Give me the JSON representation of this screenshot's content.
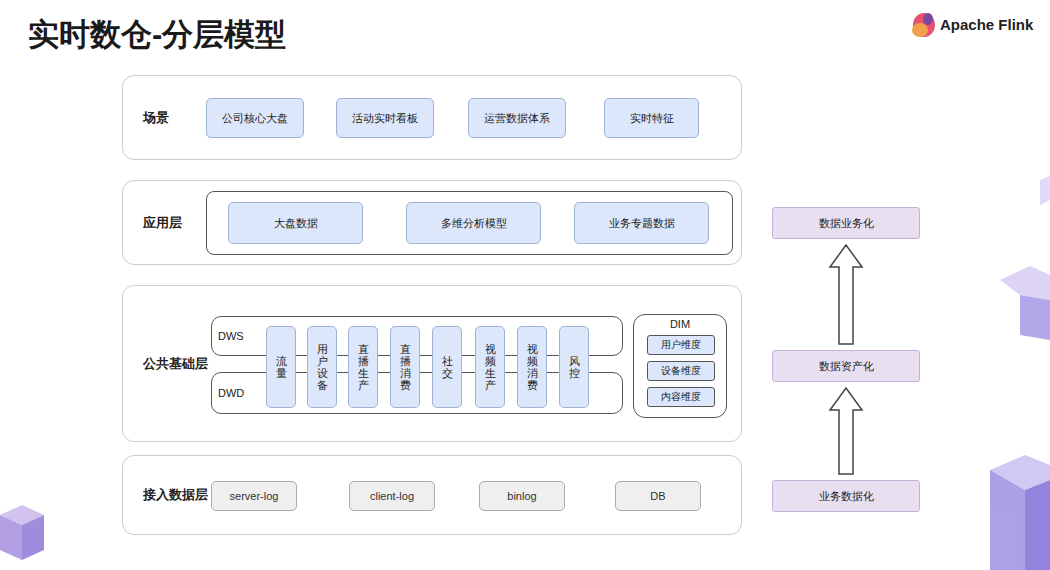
{
  "diagram": {
    "title": "实时数仓-分层模型",
    "nodes": [
      {
        "text": [
          "场景"
        ]
      },
      {
        "text": [
          "公司核心大盘"
        ],
        "in": 0
      },
      {
        "text": [
          "活动实时看板"
        ],
        "in": 0
      },
      {
        "text": [
          "运营数据体系"
        ],
        "in": 0
      },
      {
        "text": [
          "实时特征"
        ],
        "in": 0
      },
      {
        "text": [
          "应用层"
        ]
      },
      {
        "text": [
          "大盘数据"
        ],
        "in": 5
      },
      {
        "text": [
          "多维分析模型"
        ],
        "in": 5
      },
      {
        "text": [
          "业务专题数据"
        ],
        "in": 5
      },
      {
        "text": [
          "公共基础层"
        ]
      },
      {
        "text": [
          "DWS"
        ],
        "in": 9
      },
      {
        "text": [
          "DWD"
        ],
        "in": 9
      },
      {
        "text": [
          "流量"
        ],
        "in": 9
      },
      {
        "text": [
          "用户设备"
        ],
        "in": 9
      },
      {
        "text": [
          "直播生产"
        ],
        "in": 9
      },
      {
        "text": [
          "直播消费"
        ],
        "in": 9
      },
      {
        "text": [
          "社交"
        ],
        "in": 9
      },
      {
        "text": [
          "视频生产"
        ],
        "in": 9
      },
      {
        "text": [
          "视频消费"
        ],
        "in": 9
      },
      {
        "text": [
          "风控"
        ],
        "in": 9
      },
      {
        "text": [
          "DIM"
        ],
        "in": 9
      },
      {
        "text": [
          "用户维度"
        ],
        "in": 20
      },
      {
        "text": [
          "设备维度"
        ],
        "in": 20
      },
      {
        "text": [
          "内容维度"
        ],
        "in": 20
      },
      {
        "text": [
          "接入数据层"
        ]
      },
      {
        "text": [
          "server-log"
        ],
        "in": 24
      },
      {
        "text": [
          "client-log"
        ],
        "in": 24
      },
      {
        "text": [
          "binlog"
        ],
        "in": 24
      },
      {
        "text": [
          "DB"
        ],
        "in": 24
      },
      {
        "text": [
          "数据业务化"
        ]
      },
      {
        "text": [
          "数据资产化"
        ]
      },
      {
        "text": [
          "业务数据化"
        ]
      }
    ],
    "edges": [
      {
        "from": 31,
        "to": 30,
        "arrow": "to"
      },
      {
        "from": 30,
        "to": 29,
        "arrow": "to"
      }
    ],
    "labels": [
      "Apache Flink"
    ]
  }
}
